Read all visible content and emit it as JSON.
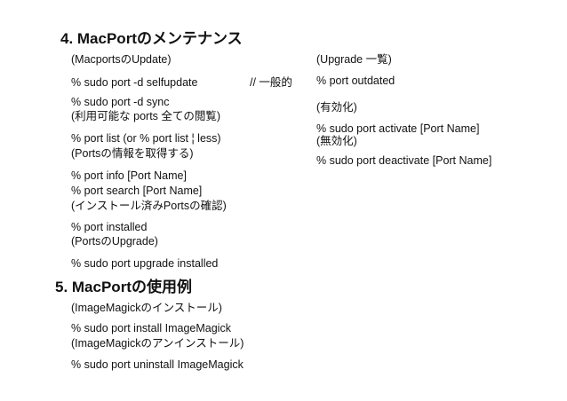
{
  "section4": {
    "title": "4. MacPortのメンテナンス",
    "left": [
      "(MacportsのUpdate)",
      "% sudo port -d selfupdate",
      "% sudo port -d sync",
      "(利用可能な ports 全ての閲覧)",
      "% port list  (or % port list ¦ less)",
      "(Portsの情報を取得する)",
      "% port info [Port Name]",
      "% port search  [Port Name]",
      "(インストール済みPortsの確認)",
      "% port installed",
      "(PortsのUpgrade)",
      "% sudo port upgrade installed"
    ],
    "note": "// 一般的",
    "right": [
      "(Upgrade 一覧)",
      "% port outdated",
      "(有効化)",
      "% sudo port activate [Port Name]",
      "(無効化)",
      "% sudo port deactivate  [Port Name]"
    ]
  },
  "section5": {
    "title": "5. MacPortの使用例",
    "lines": [
      "(ImageMagickのインストール)",
      "% sudo port install ImageMagick",
      "(ImageMagickのアンインストール)",
      "% sudo port uninstall ImageMagick"
    ]
  }
}
